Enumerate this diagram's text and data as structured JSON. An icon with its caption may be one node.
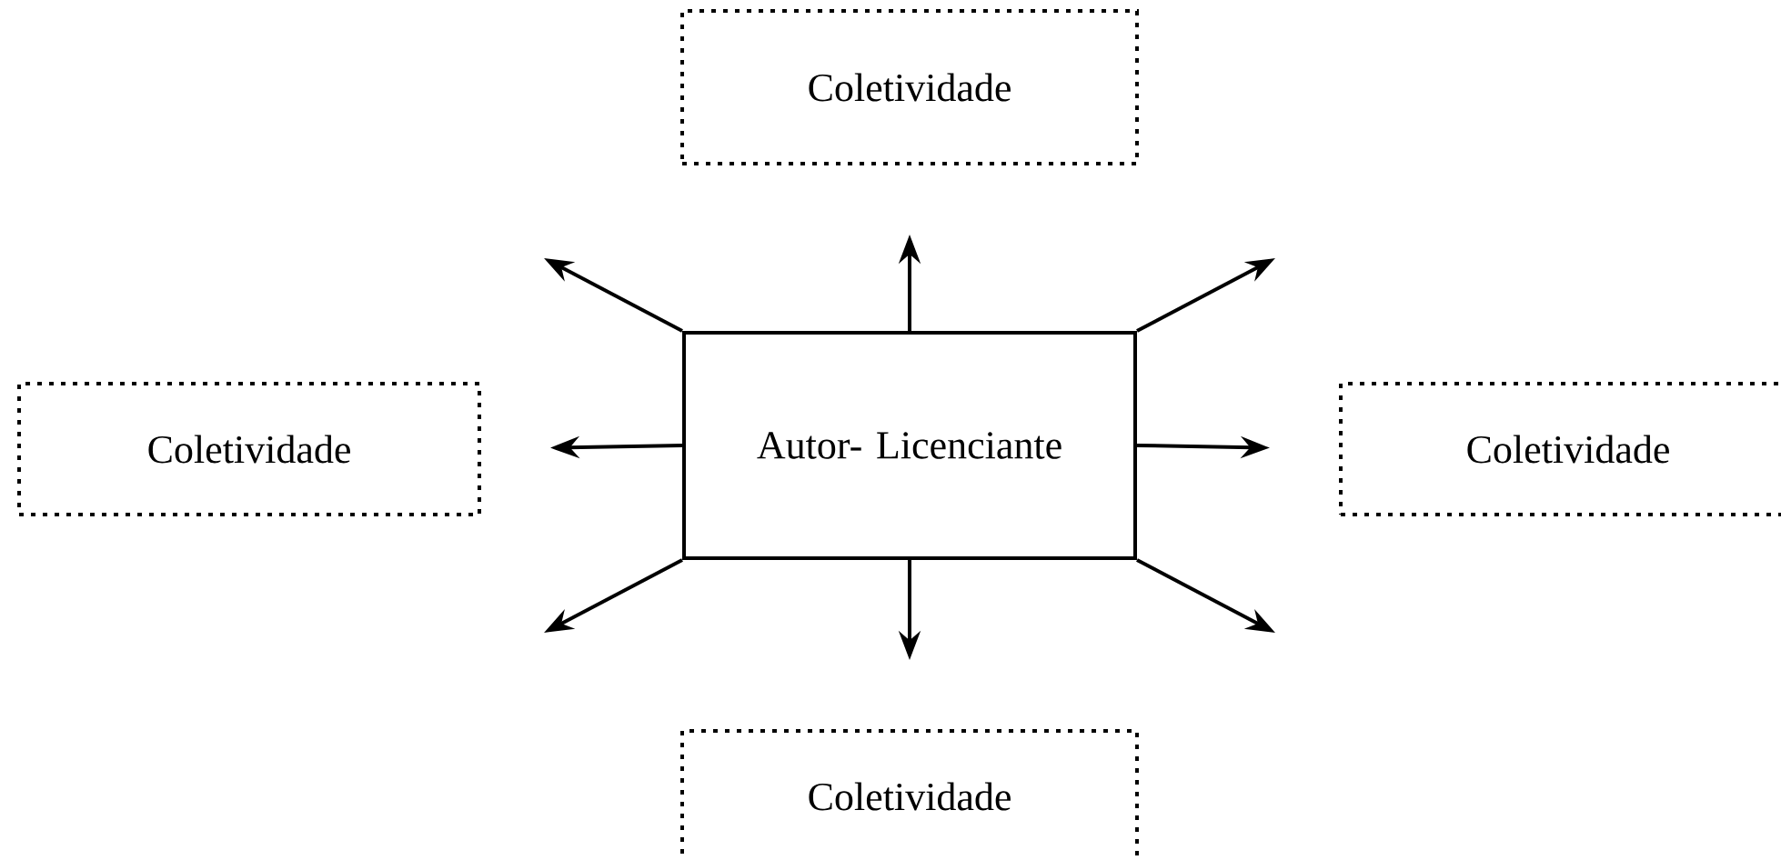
{
  "diagram": {
    "nodes": [
      {
        "text": [
          "Coletividade"
        ]
      },
      {
        "text": [
          "Coletividade"
        ]
      },
      {
        "text": [
          "Autor- Licenciante"
        ]
      },
      {
        "text": [
          "Coletividade"
        ]
      },
      {
        "text": [
          "Coletividade"
        ]
      }
    ],
    "edges": [
      {
        "from": 2,
        "to": 0,
        "arrow": "to"
      },
      {
        "from": 2,
        "to": 1,
        "arrow": "to"
      },
      {
        "from": 2,
        "to": 3,
        "arrow": "to"
      },
      {
        "from": 2,
        "to": 4,
        "arrow": "to"
      },
      {
        "from": 2,
        "to": null,
        "arrow": "to"
      },
      {
        "from": 2,
        "to": null,
        "arrow": "to"
      },
      {
        "from": 2,
        "to": null,
        "arrow": "to"
      },
      {
        "from": 2,
        "to": null,
        "arrow": "to"
      }
    ]
  }
}
